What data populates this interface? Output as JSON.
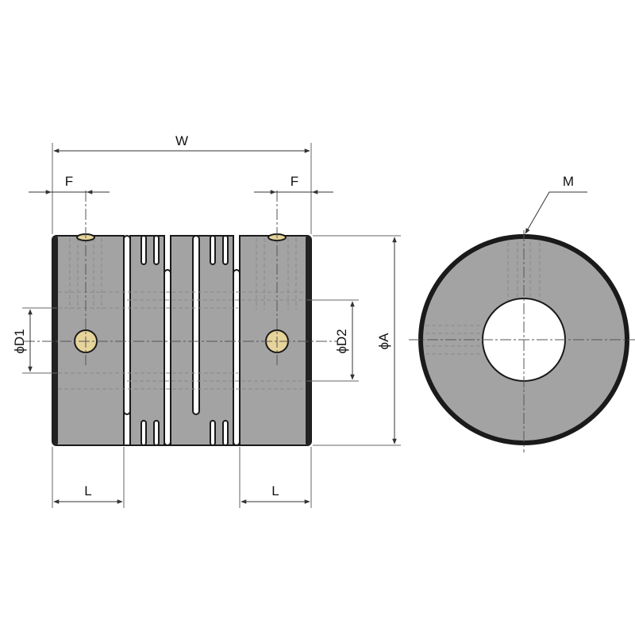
{
  "labels": {
    "w": "W",
    "f_left": "F",
    "f_right": "F",
    "l_left": "L",
    "l_right": "L",
    "d1": "ϕD1",
    "d2": "ϕD2",
    "a": "ϕA",
    "m": "M"
  },
  "colors": {
    "body": "#a3a3a3",
    "outline": "#1a1a1a",
    "screw": "#e6d49a"
  }
}
